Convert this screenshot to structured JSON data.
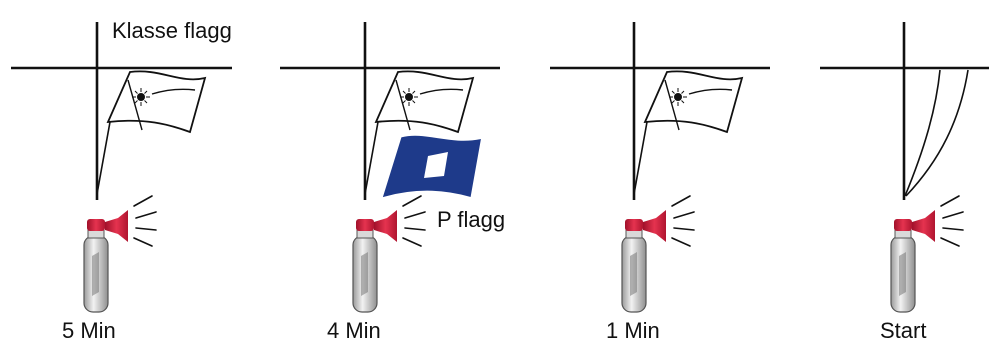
{
  "annotations": {
    "class_flag": "Klasse flagg",
    "p_flag": "P flagg"
  },
  "stages": [
    {
      "time": "5 Min",
      "flags": [
        "class-flag"
      ],
      "horn": true
    },
    {
      "time": "4 Min",
      "flags": [
        "class-flag",
        "p-flag"
      ],
      "horn": true
    },
    {
      "time": "1 Min",
      "flags": [
        "class-flag"
      ],
      "horn": true
    },
    {
      "time": "Start",
      "flags": [],
      "horn": true
    }
  ],
  "colors": {
    "line": "#111111",
    "p_flag": "#1e3a8a",
    "horn": "#d81e3a",
    "canister": "#b5b5b5"
  },
  "icons": {
    "class_flag": "sunburst-flag-icon",
    "p_flag": "blue-peter-flag-icon",
    "horn": "air-horn-icon"
  }
}
